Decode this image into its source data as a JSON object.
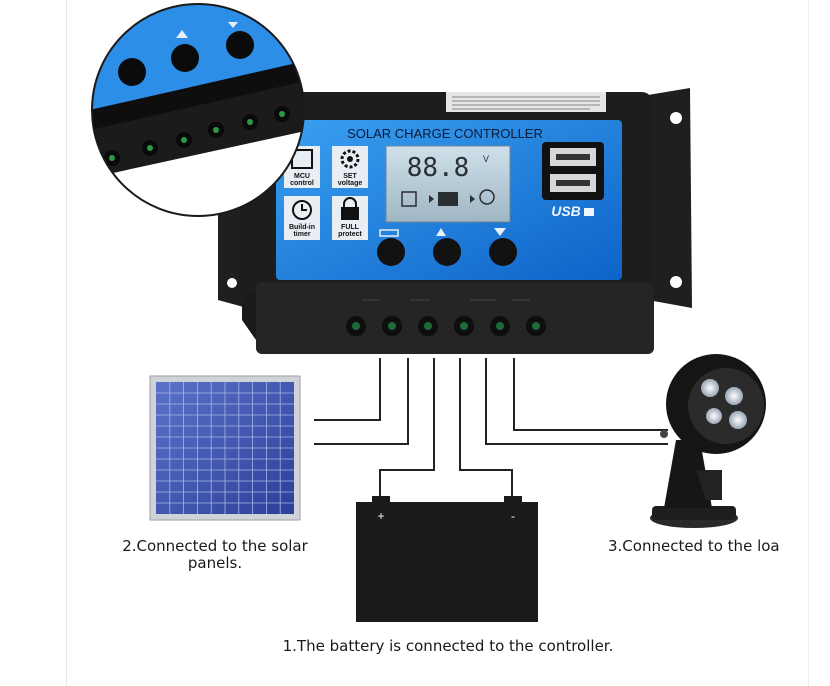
{
  "controller": {
    "title": "SOLAR CHARGE CONTROLLER",
    "display_value": "88.8",
    "display_unit": "V",
    "usb_label": "USB",
    "features": [
      {
        "line1": "MCU",
        "line2": "control",
        "icon": "chip-icon"
      },
      {
        "line1": "SET",
        "line2": "voltage",
        "icon": "gear-icon"
      },
      {
        "line1": "Build-in",
        "line2": "timer",
        "icon": "clock-icon"
      },
      {
        "line1": "FULL",
        "line2": "protect",
        "icon": "lock-icon"
      }
    ],
    "button_icons": [
      "menu-icon",
      "up-arrow-icon",
      "down-arrow-icon"
    ]
  },
  "battery": {
    "plus": "+",
    "minus": "-"
  },
  "captions": {
    "solar": "2.Connected to the solar\npanels.",
    "load": "3.Connected to the loa",
    "battery": "1.The battery is connected to the controller."
  }
}
